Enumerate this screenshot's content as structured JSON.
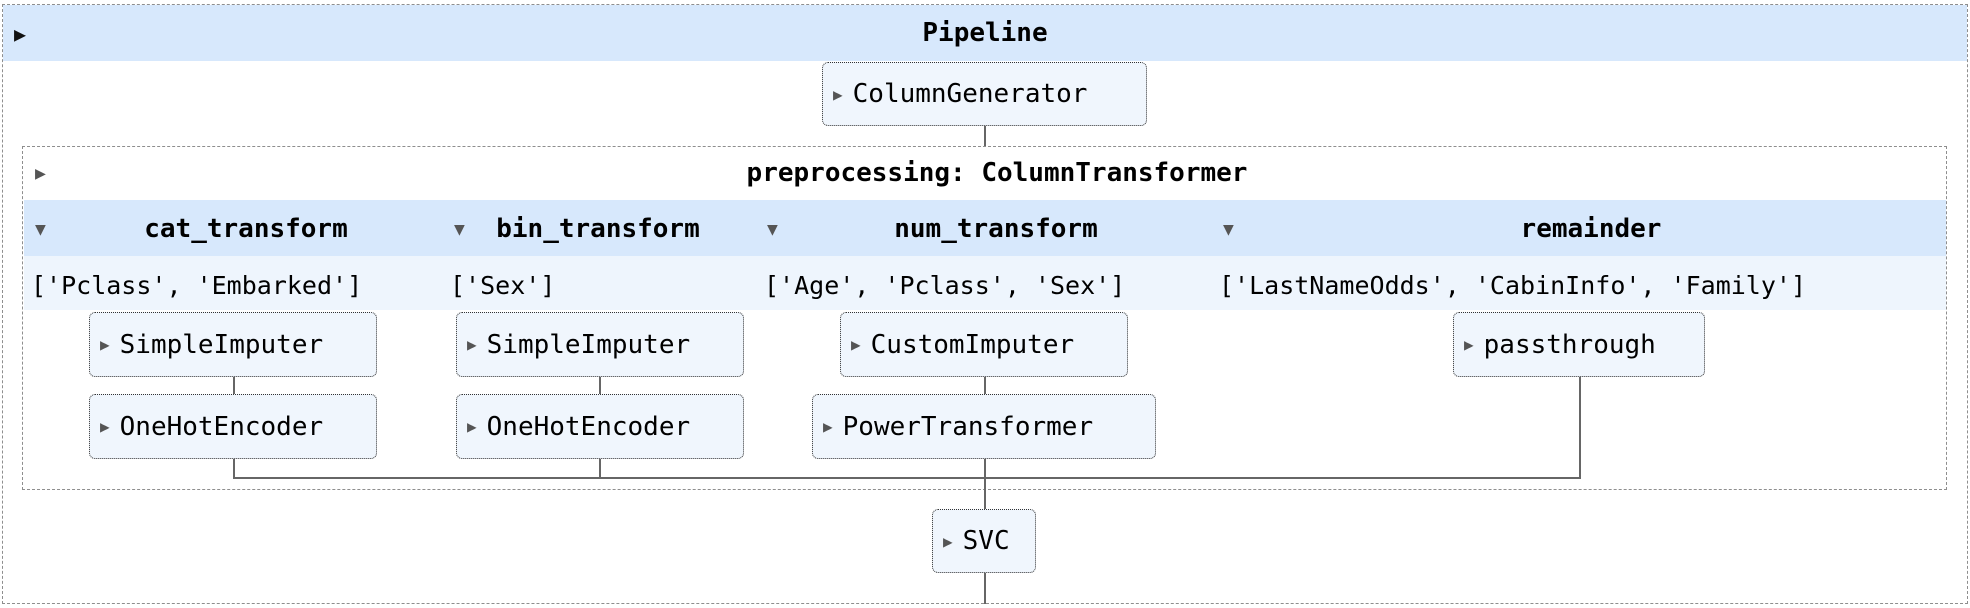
{
  "pipeline": {
    "title": "Pipeline",
    "toggle": "▶"
  },
  "column_generator": {
    "label": "ColumnGenerator",
    "toggle": "▶"
  },
  "preprocessing": {
    "title": "preprocessing: ColumnTransformer",
    "toggle": "▶"
  },
  "branches": [
    {
      "name": "cat_transform",
      "toggle": "▼",
      "columns": "['Pclass', 'Embarked']",
      "steps": [
        "SimpleImputer",
        "OneHotEncoder"
      ]
    },
    {
      "name": "bin_transform",
      "toggle": "▼",
      "columns": "['Sex']",
      "steps": [
        "SimpleImputer",
        "OneHotEncoder"
      ]
    },
    {
      "name": "num_transform",
      "toggle": "▼",
      "columns": "['Age', 'Pclass', 'Sex']",
      "steps": [
        "CustomImputer",
        "PowerTransformer"
      ]
    },
    {
      "name": "remainder",
      "toggle": "▼",
      "columns": "['LastNameOdds', 'CabinInfo', 'Family']",
      "steps": [
        "passthrough"
      ]
    }
  ],
  "final_estimator": {
    "label": "SVC",
    "toggle": "▶"
  },
  "colors": {
    "header_band": "#d7e8fc",
    "columns_band": "#eef5fd",
    "estimator_fill": "#f0f6fd",
    "border": "#8e8e8e"
  }
}
